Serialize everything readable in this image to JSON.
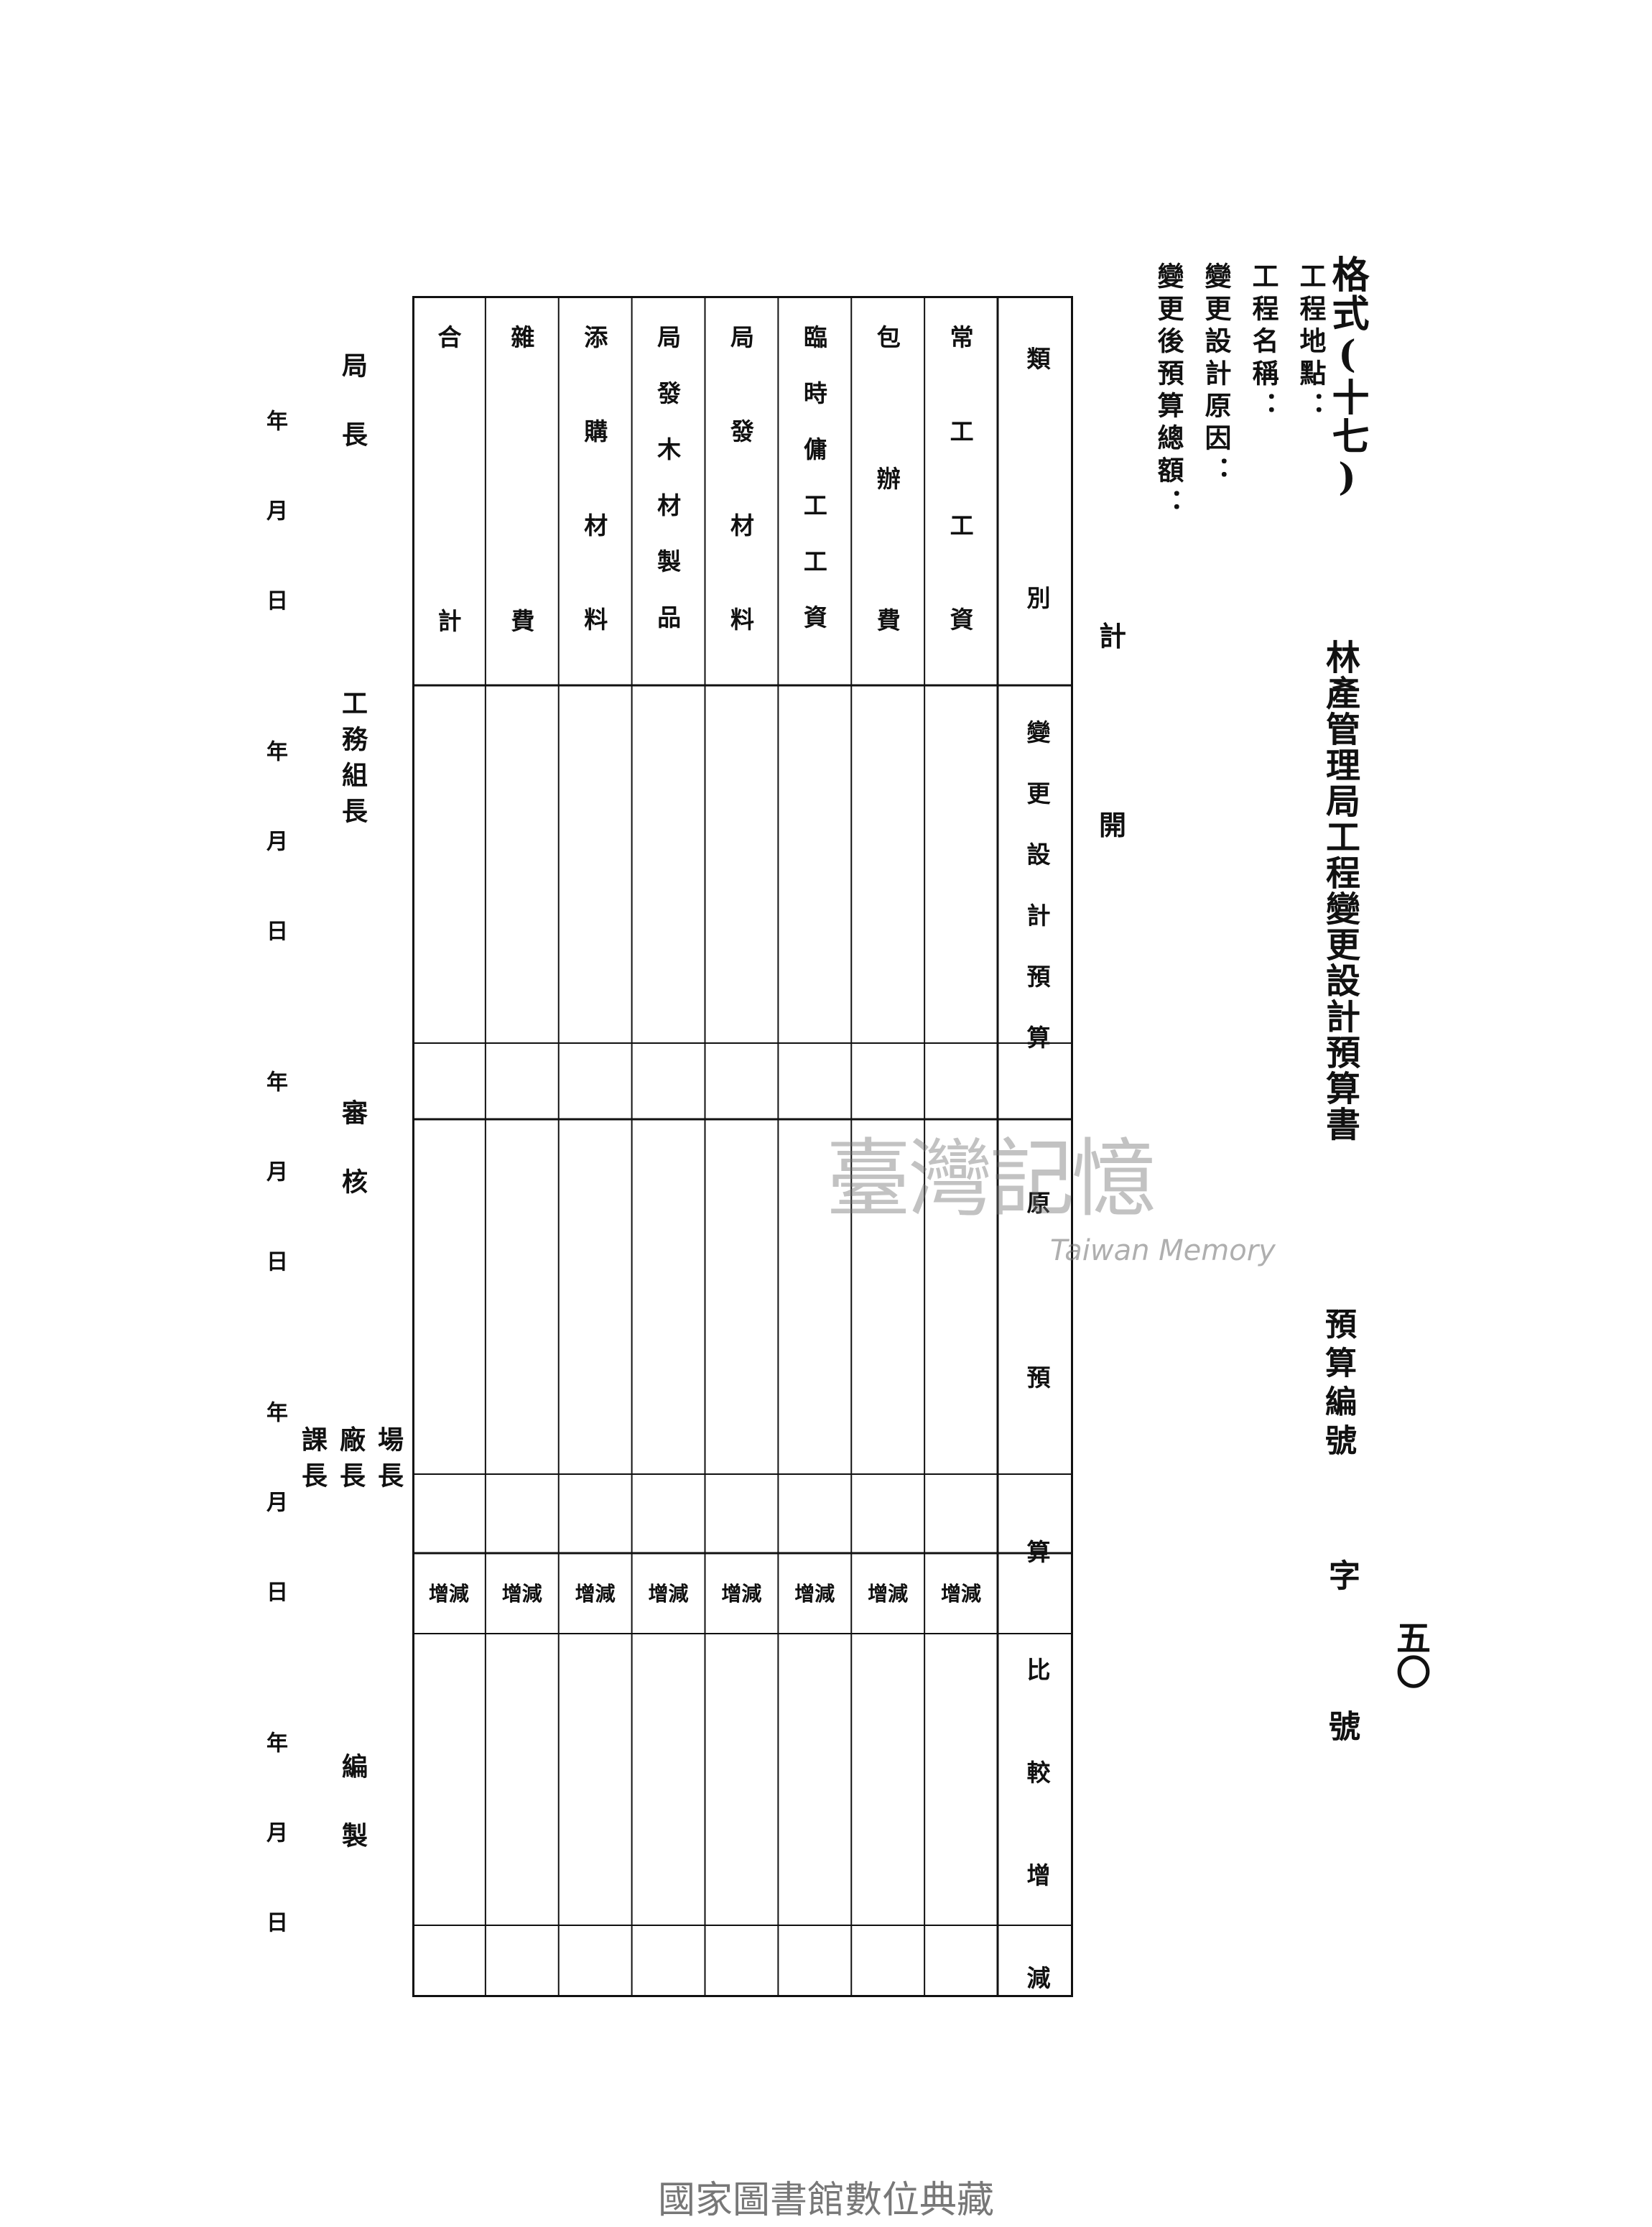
{
  "form_title": "格式(十七)",
  "main_title": "林產管理局工程變更設計預算書",
  "fields": [
    {
      "label": "工程地點："
    },
    {
      "label": "工程名稱："
    },
    {
      "label": "變更設計原因："
    },
    {
      "label": "變更後預算總額："
    }
  ],
  "budget_number_label": "預算編號",
  "char_zi": "字",
  "char_hao": "號",
  "page_number": "五〇",
  "side_labels": [
    "計",
    "開"
  ],
  "table": {
    "header_label": "類別",
    "columns": [
      "常工工資",
      "包辦費",
      "臨時傭工工資",
      "局發材料",
      "局發木材製品",
      "添購材料",
      "雜費",
      "合計"
    ],
    "row_labels": {
      "change_design_budget": "變更設計預算",
      "original_budget": "原預算",
      "comparison": "比較增減"
    },
    "increase_decrease": "增減"
  },
  "signatures": {
    "director": "局長",
    "engineering_chief": "工務組長",
    "review": "審核",
    "field_chief": "場長",
    "factory_chief": "廠長",
    "section_chief": "課長",
    "compiled": "編製"
  },
  "date_text": "年月日",
  "watermark": {
    "cn": "臺灣記憶",
    "en": "Taiwan Memory"
  },
  "footer": "國家圖書館數位典藏"
}
